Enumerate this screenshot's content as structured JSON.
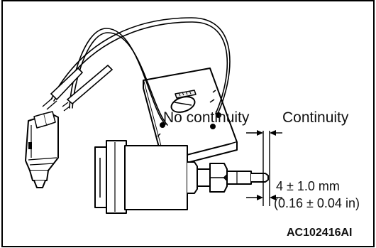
{
  "labels": {
    "no_continuity": "No continuity",
    "continuity": "Continuity",
    "dimension_mm": "4 ± 1.0 mm",
    "dimension_in": "(0.16 ± 0.04 in)",
    "figure_code": "AC102416AI"
  }
}
